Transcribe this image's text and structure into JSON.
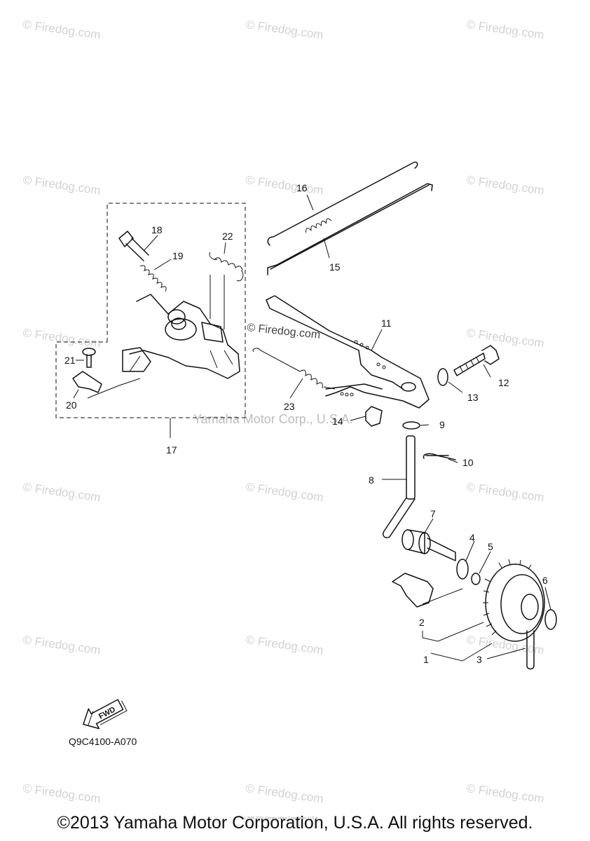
{
  "watermark": {
    "text": "© Firedog.com"
  },
  "center_watermark": "© Firedog.com",
  "yamaha_watermark": "Yamaha Motor Corp., U.S.A.",
  "callouts": [
    "1",
    "2",
    "3",
    "4",
    "5",
    "6",
    "7",
    "8",
    "9",
    "10",
    "11",
    "12",
    "13",
    "14",
    "15",
    "16",
    "17",
    "18",
    "19",
    "20",
    "21",
    "22",
    "23"
  ],
  "fwd_label": "FWD",
  "diagram_code": "Q9C4100-A070",
  "tiny_notice": "(c) 2005-2015 Yamaha Motor Corporation, U.S.A.",
  "copyright": "©2013 Yamaha Motor Corporation, U.S.A. All rights reserved."
}
